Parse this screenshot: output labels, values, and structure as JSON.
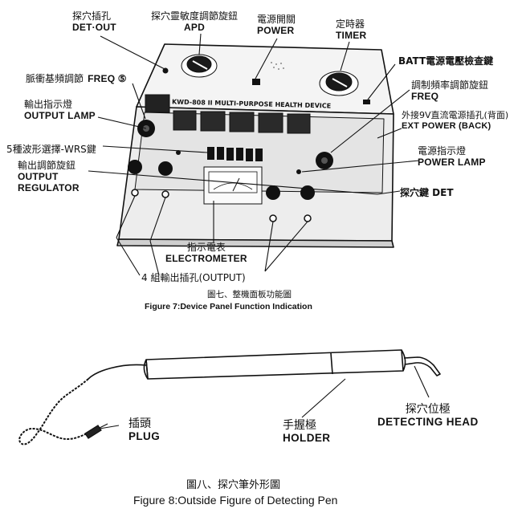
{
  "figure7": {
    "labels": {
      "det_out": {
        "zh": "探穴插孔",
        "en": "DET·OUT"
      },
      "apd": {
        "zh": "探穴靈敏度調節旋鈕",
        "en": "APD"
      },
      "power": {
        "zh": "電源開關",
        "en": "POWER"
      },
      "timer": {
        "zh": "定時器",
        "en": "TIMER"
      },
      "batt": {
        "zh": "BATT電源電壓檢查鍵"
      },
      "freq_base": {
        "zh": "脈衝基頻調節",
        "en": "FREQ ⑤"
      },
      "freq_mod": {
        "zh": "調制頻率調節旋鈕",
        "en": "FREQ"
      },
      "output_lamp": {
        "zh": "輸出指示燈",
        "en": "OUTPUT LAMP"
      },
      "ext_power": {
        "zh": "外接9V直流電源插孔(背面)",
        "en": "EXT POWER (BACK)"
      },
      "wrs": {
        "zh": "5種波形選擇-WRS鍵"
      },
      "power_lamp": {
        "zh": "電源指示燈",
        "en": "POWER LAMP"
      },
      "output_regulator": {
        "zh": "輸出調節旋鈕",
        "en1": "OUTPUT",
        "en2": "REGULATOR"
      },
      "det": {
        "zh": "探穴鍵 DET"
      },
      "electrometer": {
        "zh": "指示電表",
        "en": "ELECTROMETER"
      },
      "output": {
        "zh": "4 組輸出插孔(OUTPUT)"
      }
    },
    "device_model": "KWD-808 II MULTI-PURPOSE HEALTH DEVICE",
    "caption_zh": "圖七、整機面板功能圖",
    "caption_en": "Figure 7:Device Panel Function Indication"
  },
  "figure8": {
    "labels": {
      "plug": {
        "zh": "插頭",
        "en": "PLUG"
      },
      "holder": {
        "zh": "手握極",
        "en": "HOLDER"
      },
      "detecting_head": {
        "zh": "探穴位極",
        "en": "DETECTING HEAD"
      }
    },
    "caption_zh": "圖八、探穴筆外形圖",
    "caption_en": "Figure 8:Outside Figure of Detecting Pen"
  }
}
